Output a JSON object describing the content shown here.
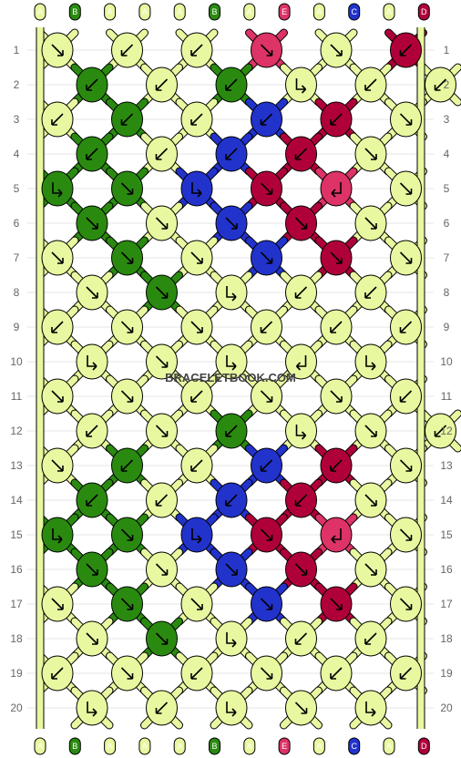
{
  "strand_colors": {
    "A": "#e8f8a0",
    "B": "#2a8a10",
    "C": "#2233cc",
    "D": "#b0003a",
    "E": "#dd3366"
  },
  "strands_top": [
    "A",
    "B",
    "A",
    "A",
    "A",
    "B",
    "A",
    "E",
    "A",
    "C",
    "A",
    "D"
  ],
  "strands_bottom": [
    "A",
    "B",
    "A",
    "A",
    "A",
    "B",
    "A",
    "E",
    "A",
    "C",
    "A",
    "D"
  ],
  "rows": [
    "1",
    "2",
    "3",
    "4",
    "5",
    "6",
    "7",
    "8",
    "9",
    "10",
    "11",
    "12",
    "13",
    "14",
    "15",
    "16",
    "17",
    "18",
    "19",
    "20"
  ],
  "watermark": "BRACELETBOOK.COM",
  "knots": [
    [
      "A:se",
      "A:sw",
      "A:sw",
      "E:se",
      "A:se",
      "D:sw"
    ],
    [
      "B:sw",
      "A:sw",
      "B:sw",
      "A:sl",
      "A:sw",
      "A:sw"
    ],
    [
      "A:sw",
      "B:sw",
      "A:sw",
      "C:sw",
      "D:sw",
      "A:se"
    ],
    [
      "B:sw",
      "A:sw",
      "C:sw",
      "D:sw",
      "A:se"
    ],
    [
      "B:sl",
      "B:se",
      "C:sl",
      "D:se",
      "E:sr",
      "A:se"
    ],
    [
      "B:se",
      "A:se",
      "C:se",
      "D:se",
      "A:se"
    ],
    [
      "A:se",
      "B:se",
      "A:se",
      "C:se",
      "D:se",
      "A:se"
    ],
    [
      "A:se",
      "B:se",
      "A:sl",
      "A:sw",
      "A:sw"
    ],
    [
      "A:sw",
      "A:se",
      "A:se",
      "A:sw",
      "A:sw",
      "A:sw"
    ],
    [
      "A:sl",
      "A:se",
      "A:sl",
      "A:sr",
      "A:sl"
    ],
    [
      "A:se",
      "A:se",
      "A:sw",
      "A:se",
      "A:se",
      "A:sw"
    ],
    [
      "A:sw",
      "A:se",
      "B:sw",
      "A:sl",
      "A:se",
      "A:sw"
    ],
    [
      "A:se",
      "B:sw",
      "A:sw",
      "C:sw",
      "D:sw",
      "A:se"
    ],
    [
      "B:sw",
      "A:sw",
      "C:sw",
      "D:sw",
      "A:se"
    ],
    [
      "B:sl",
      "B:se",
      "C:sl",
      "D:se",
      "E:sr",
      "A:se"
    ],
    [
      "B:se",
      "A:se",
      "C:se",
      "D:se",
      "A:se"
    ],
    [
      "A:se",
      "B:se",
      "A:se",
      "C:se",
      "D:se",
      "A:se"
    ],
    [
      "A:se",
      "B:se",
      "A:sl",
      "A:sw",
      "A:sw"
    ],
    [
      "A:sw",
      "A:se",
      "A:sw",
      "A:se",
      "A:sw",
      "A:sw"
    ],
    [
      "A:sl",
      "A:sw",
      "A:sl",
      "A:se",
      "A:sl"
    ]
  ]
}
